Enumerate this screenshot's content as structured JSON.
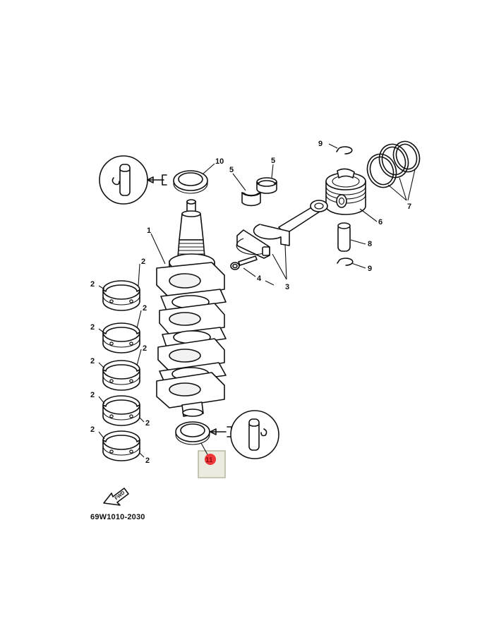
{
  "diagram": {
    "part_code": "69W1010-2030",
    "fwd_label": "FWD",
    "callouts": {
      "crankshaft": "1",
      "bearing_1": "2",
      "bearing_1b": "2",
      "bearing_2": "2",
      "bearing_2b": "2",
      "bearing_3": "2",
      "bearing_3b": "2",
      "bearing_4": "2",
      "bearing_4b": "2",
      "bearing_5": "2",
      "bearing_5b": "2",
      "conrod": "3",
      "bolt": "4",
      "bearing_half_a": "5",
      "bearing_half_b": "5",
      "piston": "6",
      "rings": "7",
      "pin": "8",
      "clip_top": "9",
      "clip_bottom": "9",
      "oil_seal_top": "10",
      "oil_seal_bottom": "11"
    },
    "selected_part": "11",
    "highlight_color": "#f0383b"
  }
}
